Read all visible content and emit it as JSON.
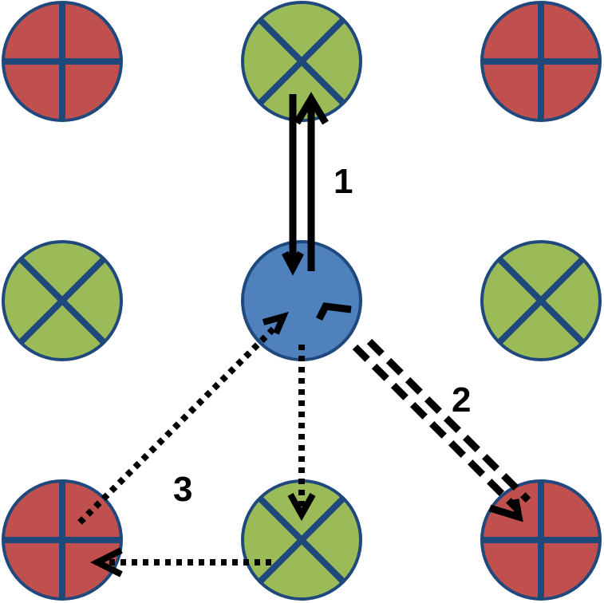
{
  "colors": {
    "red_node": "#c0504d",
    "green_node": "#9bbb59",
    "blue_node": "#4f81bd",
    "node_outline": "#1f497d",
    "arrow": "#000000",
    "background": "#ffffff"
  },
  "nodes": [
    {
      "id": "top-left",
      "fill": "red",
      "marker": "plus"
    },
    {
      "id": "top-center",
      "fill": "green",
      "marker": "x"
    },
    {
      "id": "top-right",
      "fill": "red",
      "marker": "plus"
    },
    {
      "id": "middle-left",
      "fill": "green",
      "marker": "x"
    },
    {
      "id": "center",
      "fill": "blue",
      "marker": "none"
    },
    {
      "id": "middle-right",
      "fill": "green",
      "marker": "x"
    },
    {
      "id": "bottom-left",
      "fill": "red",
      "marker": "plus"
    },
    {
      "id": "bottom-center",
      "fill": "green",
      "marker": "x"
    },
    {
      "id": "bottom-right",
      "fill": "red",
      "marker": "plus"
    }
  ],
  "paths": [
    {
      "label": "1",
      "style": "solid",
      "between": [
        "center",
        "top-center"
      ],
      "direction": "both"
    },
    {
      "label": "2",
      "style": "dashed",
      "between": [
        "center",
        "bottom-right"
      ],
      "direction": "both"
    },
    {
      "label": "3",
      "style": "dotted",
      "route": [
        "center",
        "bottom-center",
        "bottom-left",
        "center"
      ],
      "direction": "loop"
    }
  ],
  "labels": {
    "path1": "1",
    "path2": "2",
    "path3": "3"
  }
}
